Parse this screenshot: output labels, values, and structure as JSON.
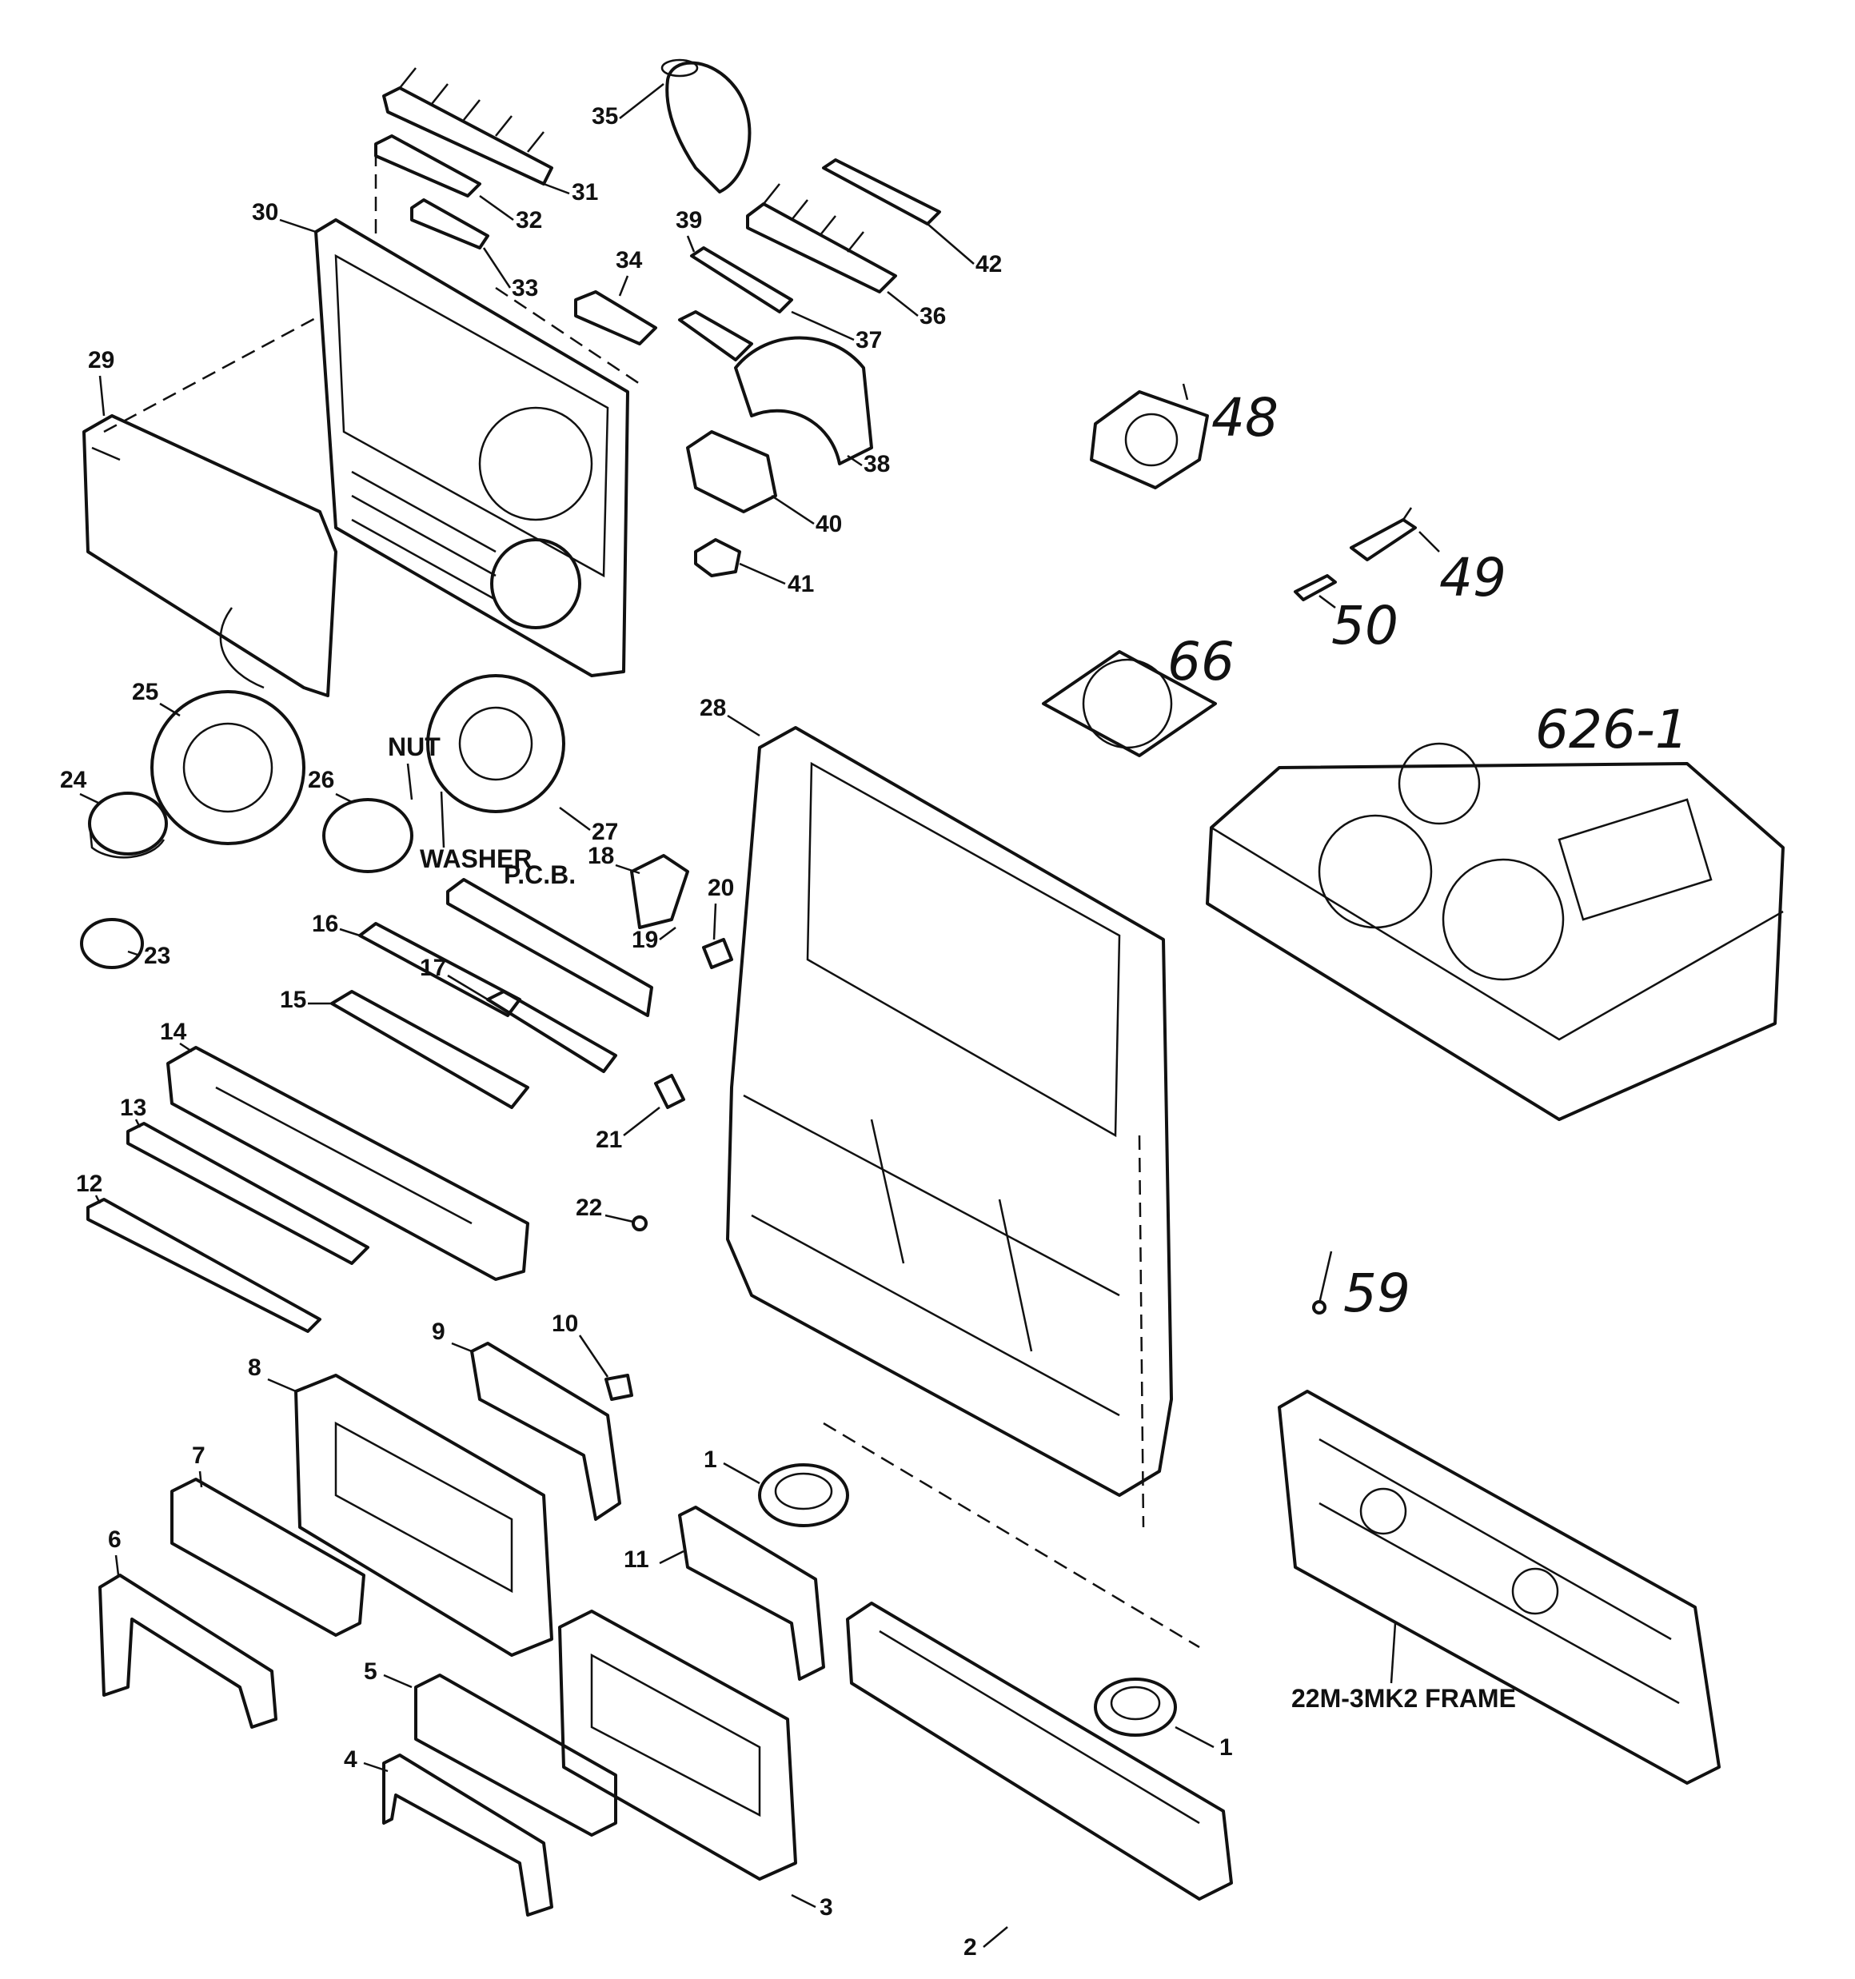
{
  "labels": {
    "p1": "1",
    "p2": "2",
    "p3": "3",
    "p4": "4",
    "p5": "5",
    "p6": "6",
    "p7": "7",
    "p8": "8",
    "p9": "9",
    "p10": "10",
    "p11": "11",
    "p12": "12",
    "p13": "13",
    "p14": "14",
    "p15": "15",
    "p16": "16",
    "p17": "17",
    "p18": "18",
    "p19": "19",
    "p20": "20",
    "p21": "21",
    "p22": "22",
    "p23": "23",
    "p24": "24",
    "p25": "25",
    "p26": "26",
    "p27": "27",
    "p28": "28",
    "p29": "29",
    "p30": "30",
    "p31": "31",
    "p32": "32",
    "p33": "33",
    "p34": "34",
    "p35": "35",
    "p36": "36",
    "p37": "37",
    "p38": "38",
    "p39": "39",
    "p40": "40",
    "p41": "41",
    "p42": "42"
  },
  "words": {
    "nut": "NUT",
    "washer": "WASHER",
    "pcb": "P.C.B.",
    "frame": "22M-3MK2 FRAME"
  },
  "handwritten": {
    "h48": "48",
    "h49": "49",
    "h50": "50",
    "h66": "66",
    "h59": "59",
    "h626": "626-1"
  }
}
